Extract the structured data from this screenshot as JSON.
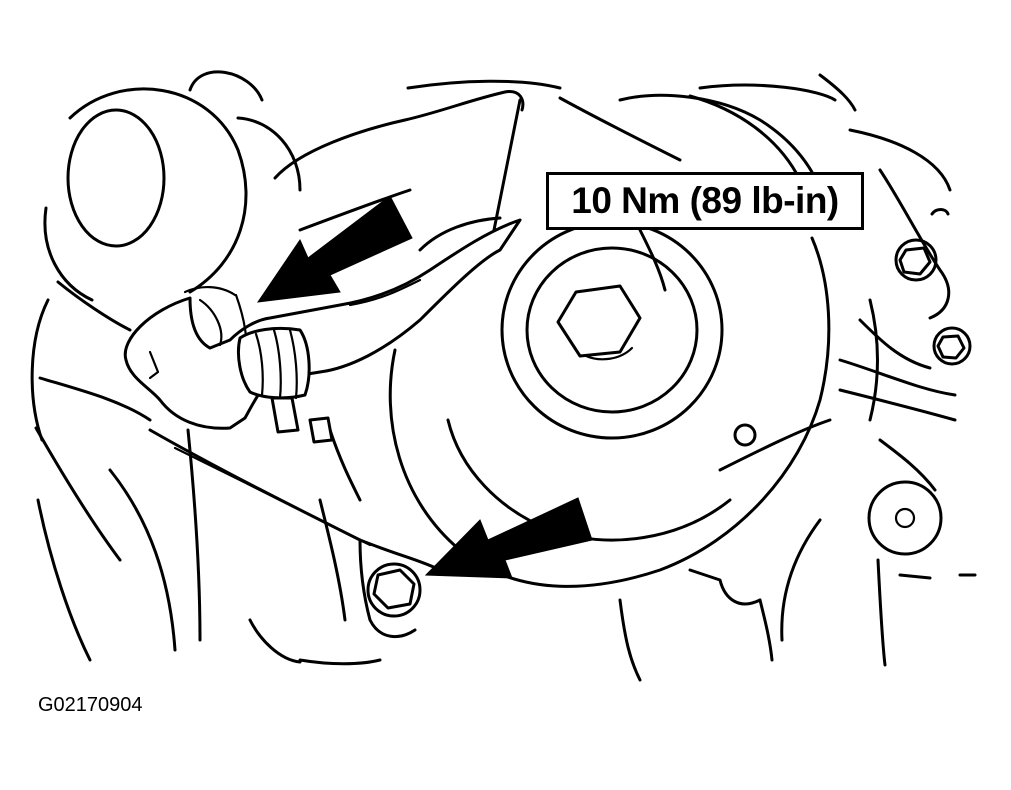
{
  "diagram": {
    "callouts": [
      {
        "id": "torque",
        "text": "10 Nm (89 lb-in)"
      }
    ],
    "figure_id": "G02170904",
    "arrow_count": 2
  },
  "colors": {
    "line": "#000000",
    "background": "#ffffff"
  }
}
